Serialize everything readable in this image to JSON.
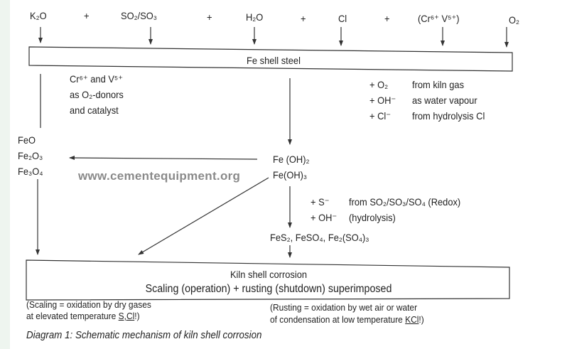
{
  "reactants": [
    {
      "label": "K₂O"
    },
    {
      "label": "+"
    },
    {
      "label": "SO₂/SO₃"
    },
    {
      "label": "+"
    },
    {
      "label": "H₂O"
    },
    {
      "label": "+"
    },
    {
      "label": "Cl"
    },
    {
      "label": "+"
    },
    {
      "label": "(Cr⁶⁺ V⁵⁺)"
    },
    {
      "label": "O₂"
    }
  ],
  "shell_box": "Fe shell steel",
  "catalyst": [
    "Cr⁶⁺ and V⁵⁺",
    "as O₂-donors",
    "and catalyst"
  ],
  "additions1": [
    {
      "ion": "+ O₂",
      "source": "from kiln gas"
    },
    {
      "ion": "+ OH⁻",
      "source": "as water vapour"
    },
    {
      "ion": "+ Cl⁻",
      "source": "from hydrolysis Cl"
    }
  ],
  "oxides": [
    "FeO",
    "Fe₂O₃",
    "Fe₃O₄"
  ],
  "hydroxides": [
    "Fe (OH)₂",
    "Fe(OH)₃"
  ],
  "watermark": "www.cementequipment.org",
  "additions2": [
    {
      "ion": "+ S⁻",
      "source": "from SO₂/SO₃/SO₄ (Redox)"
    },
    {
      "ion": "+ OH⁻",
      "source": "(hydrolysis)"
    }
  ],
  "sulfates": "FeS₂, FeSO₄, Fe₂(SO₄)₃",
  "result_box": {
    "title": "Kiln shell corrosion",
    "subtitle": "Scaling (operation) + rusting (shutdown) superimposed"
  },
  "note_scaling": {
    "line1": "(Scaling = oxidation by dry gases",
    "line2_prefix": "at elevated temperature ",
    "line2_underlined": "S,Cl",
    "line2_suffix": "!)"
  },
  "note_rusting": {
    "line1": "(Rusting = oxidation by wet air or water",
    "line2_prefix": "of condensation at low temperature ",
    "line2_underlined": "KCl",
    "line2_suffix": "!)"
  },
  "caption": "Diagram 1: Schematic mechanism of kiln shell corrosion",
  "colors": {
    "ink": "#222222",
    "watermark": "#8a8a8a",
    "strip": "#eef5ef"
  }
}
